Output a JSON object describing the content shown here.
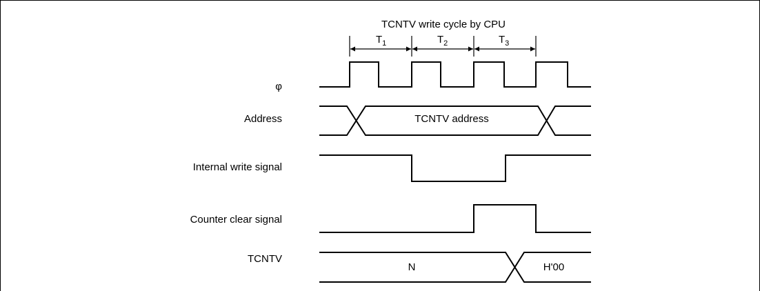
{
  "title": "TCNTV write cycle by CPU",
  "cycles": [
    {
      "label": "T",
      "sub": "1"
    },
    {
      "label": "T",
      "sub": "2"
    },
    {
      "label": "T",
      "sub": "3"
    }
  ],
  "signals": {
    "phi": "φ",
    "address": "Address",
    "internal_write": "Internal write signal",
    "counter_clear": "Counter clear signal",
    "tcntv": "TCNTV"
  },
  "values": {
    "address_bus": "TCNTV address",
    "tcntv_before": "N",
    "tcntv_after": "H'00"
  }
}
